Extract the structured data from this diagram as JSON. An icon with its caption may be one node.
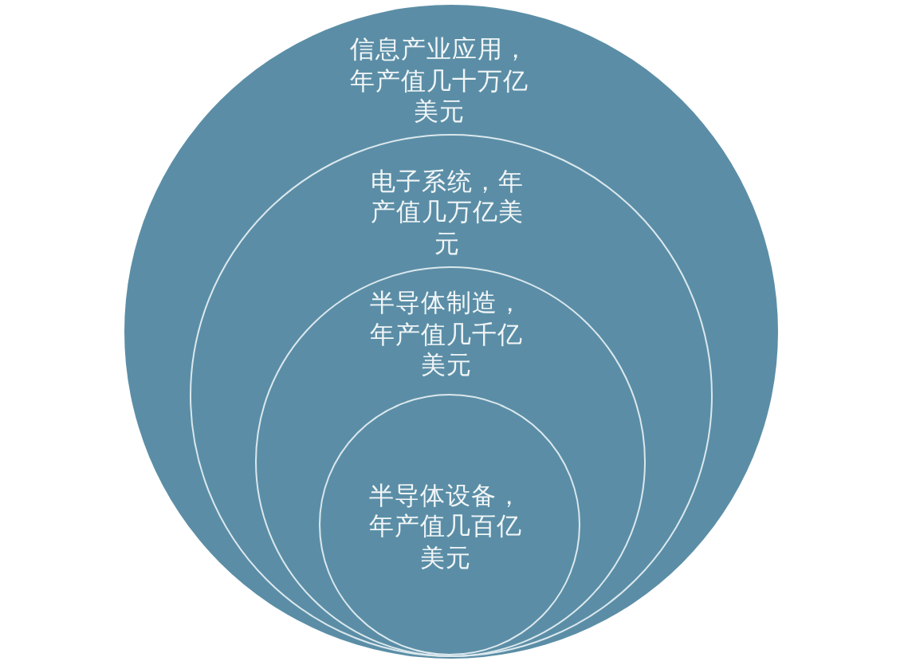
{
  "diagram": {
    "nodes": [
      {
        "text": [
          "信息产业应用，年产值几十万亿美元"
        ]
      },
      {
        "text": [
          "电子系统，年产值几万亿美元"
        ],
        "in": 0
      },
      {
        "text": [
          "半导体制造，年产值几千亿美元"
        ],
        "in": 1
      },
      {
        "text": [
          "半导体设备，年产值几百亿美元"
        ],
        "in": 2
      }
    ]
  }
}
